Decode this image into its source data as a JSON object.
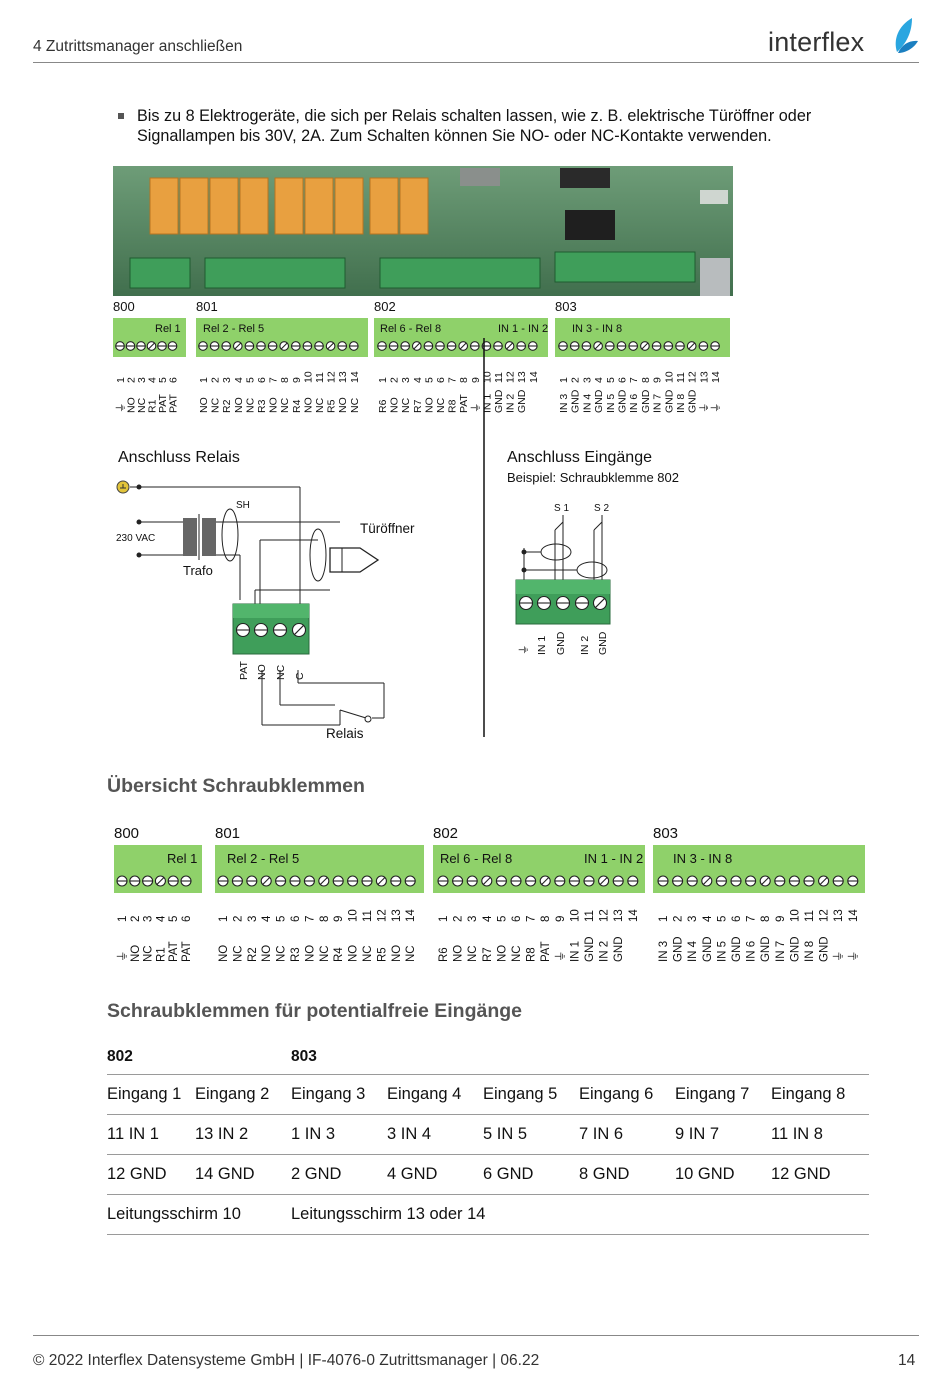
{
  "header": {
    "section_title": "4 Zutrittsmanager anschließen",
    "logo": "interflex"
  },
  "bullet": {
    "line1": "Bis zu 8 Elektrogeräte, die sich per Relais schalten lassen, wie z. B. elektrische Türöffner oder",
    "line2": "Signallampen bis 30V, 2A. Zum Schalten können Sie NO- oder NC-Kontakte verwenden."
  },
  "blocks": [
    {
      "id": "800",
      "groups": [
        "Rel 1"
      ],
      "pins": [
        "1",
        "2",
        "3",
        "4",
        "5",
        "6"
      ],
      "labels": [
        "⏚",
        "NO",
        "NC",
        "R1",
        "PAT",
        "PAT"
      ]
    },
    {
      "id": "801",
      "groups": [
        "Rel 2 - Rel 5"
      ],
      "pins": [
        "1",
        "2",
        "3",
        "4",
        "5",
        "6",
        "7",
        "8",
        "9",
        "10",
        "11",
        "12",
        "13",
        "14"
      ],
      "labels": [
        "NO",
        "NC",
        "R2",
        "NO",
        "NC",
        "R3",
        "NO",
        "NC",
        "R4",
        "NO",
        "NC",
        "R5",
        "NO",
        "NC"
      ]
    },
    {
      "id": "802",
      "groups": [
        "Rel 6 - Rel 8",
        "IN 1 - IN 2"
      ],
      "pins": [
        "1",
        "2",
        "3",
        "4",
        "5",
        "6",
        "7",
        "8",
        "9",
        "10",
        "11",
        "12",
        "13",
        "14"
      ],
      "labels": [
        "R6",
        "NO",
        "NC",
        "R7",
        "NO",
        "NC",
        "R8",
        "PAT",
        "⏚",
        "IN 1",
        "GND",
        "IN 2",
        "GND",
        ""
      ]
    },
    {
      "id": "803",
      "groups": [
        "IN 3 - IN 8"
      ],
      "pins": [
        "1",
        "2",
        "3",
        "4",
        "5",
        "6",
        "7",
        "8",
        "9",
        "10",
        "11",
        "12",
        "13",
        "14"
      ],
      "labels": [
        "IN 3",
        "GND",
        "IN 4",
        "GND",
        "IN 5",
        "GND",
        "IN 6",
        "GND",
        "IN 7",
        "GND",
        "IN 8",
        "GND",
        "⏚",
        "⏚"
      ]
    }
  ],
  "diagram": {
    "relais_title": "Anschluss Relais",
    "eingaenge_title": "Anschluss Eingänge",
    "eingaenge_sub": "Beispiel: Schraubklemme 802",
    "sh": "SH",
    "vac": "230 VAC",
    "trafo": "Trafo",
    "tueroeffner": "Türöffner",
    "relais": "Relais",
    "relay_pins": [
      "PAT",
      "NO",
      "NC",
      "C"
    ],
    "s1": "S 1",
    "s2": "S 2",
    "input_pins": [
      "⏚",
      "IN 1",
      "GND",
      "IN 2",
      "GND"
    ]
  },
  "sections": {
    "overview": "Übersicht Schraubklemmen",
    "inputs": "Schraubklemmen für potentialfreie Eingänge"
  },
  "inputs_table": {
    "head": [
      "802",
      "",
      "803"
    ],
    "rows": [
      [
        "Eingang 1",
        "Eingang 2",
        "Eingang 3",
        "Eingang 4",
        "Eingang 5",
        "Eingang 6",
        "Eingang 7",
        "Eingang 8"
      ],
      [
        "11 IN 1",
        "13 IN 2",
        "1 IN 3",
        "3 IN 4",
        "5 IN 5",
        "7 IN 6",
        "9 IN 7",
        "11 IN 8"
      ],
      [
        "12 GND",
        "14 GND",
        "2 GND",
        "4 GND",
        "6 GND",
        "8 GND",
        "10 GND",
        "12 GND"
      ]
    ],
    "shield": [
      "Leitungsschirm 10",
      "Leitungsschirm 13 oder 14"
    ]
  },
  "footer": {
    "text": "© 2022 Interflex Datensysteme GmbH | IF-4076-0 Zutrittsmanager | 06.22",
    "page": "14"
  },
  "colors": {
    "terminal_green": "#8fd16a",
    "pcb_green": "#4a7c59",
    "relay_orange": "#e8a040",
    "connector_green": "#3f9e5a"
  }
}
